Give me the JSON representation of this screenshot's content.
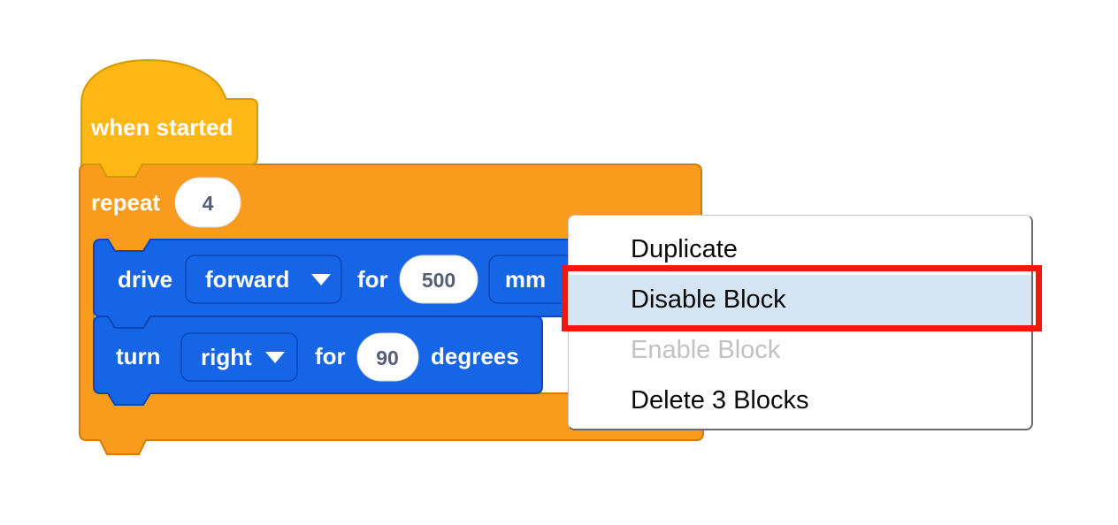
{
  "workspace": {
    "background": "#ffffff",
    "blocks": {
      "hat": {
        "label": "when started",
        "fill": "#FFB715",
        "stroke": "#D79A00"
      },
      "repeat": {
        "label": "repeat",
        "count": "4",
        "fill": "#F99B1C",
        "stroke": "#D07E00"
      },
      "drive": {
        "verb": "drive",
        "direction": "forward",
        "preposition": "for",
        "distance": "500",
        "unit": "mm",
        "fill": "#1565E6",
        "stroke": "#0B46B8"
      },
      "turn": {
        "verb": "turn",
        "direction": "right",
        "preposition": "for",
        "angle": "90",
        "unit": "degrees",
        "fill": "#1565E6",
        "stroke": "#0B46B8"
      }
    },
    "field_text_color": "#575E75"
  },
  "context_menu": {
    "items": [
      {
        "label": "Duplicate",
        "state": "normal"
      },
      {
        "label": "Disable Block",
        "state": "highlighted"
      },
      {
        "label": "Enable Block",
        "state": "disabled"
      },
      {
        "label": "Delete 3 Blocks",
        "state": "normal"
      }
    ],
    "highlight_fill": "#D6E5F4",
    "disabled_text_color": "#C2C2C2"
  },
  "annotation": {
    "type": "red-highlight-box",
    "color": "#F2190A",
    "target": "Disable Block"
  }
}
